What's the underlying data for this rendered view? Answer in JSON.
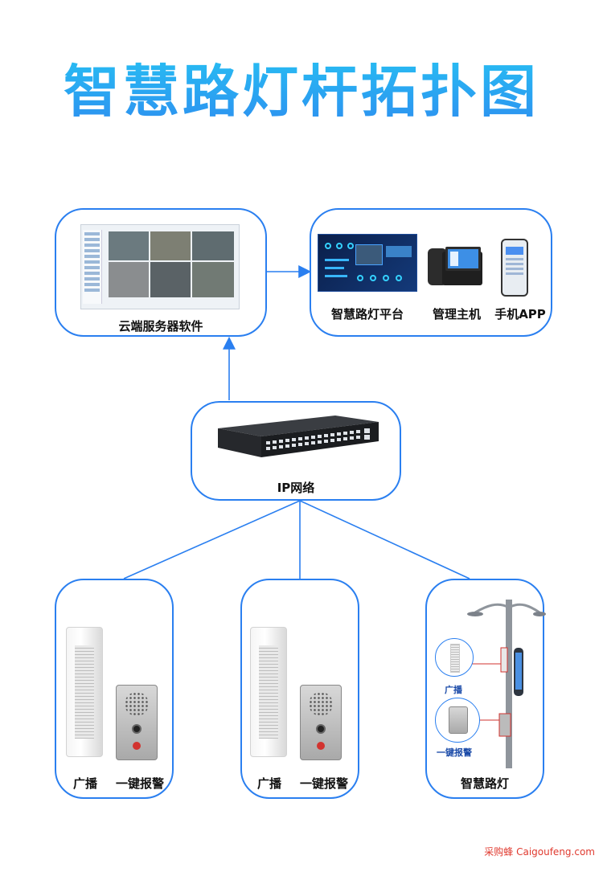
{
  "title": "智慧路灯杆拓扑图",
  "nodes": {
    "cloud_server": {
      "label": "云端服务器软件"
    },
    "platform": {
      "items": [
        "智慧路灯平台",
        "管理主机",
        "手机APP"
      ]
    },
    "network": {
      "label": "IP网络"
    },
    "site_a": {
      "items": [
        "广播",
        "一键报警"
      ]
    },
    "site_b": {
      "items": [
        "广播",
        "一键报警"
      ]
    },
    "site_c": {
      "label": "智慧路灯",
      "callouts": [
        "广播",
        "一键报警"
      ]
    }
  },
  "colors": {
    "accent": "#2a7ff0",
    "title": "#2d8ff0",
    "watermark": "#e03a2f"
  },
  "watermark": "采购蜂 Caigoufeng.com"
}
